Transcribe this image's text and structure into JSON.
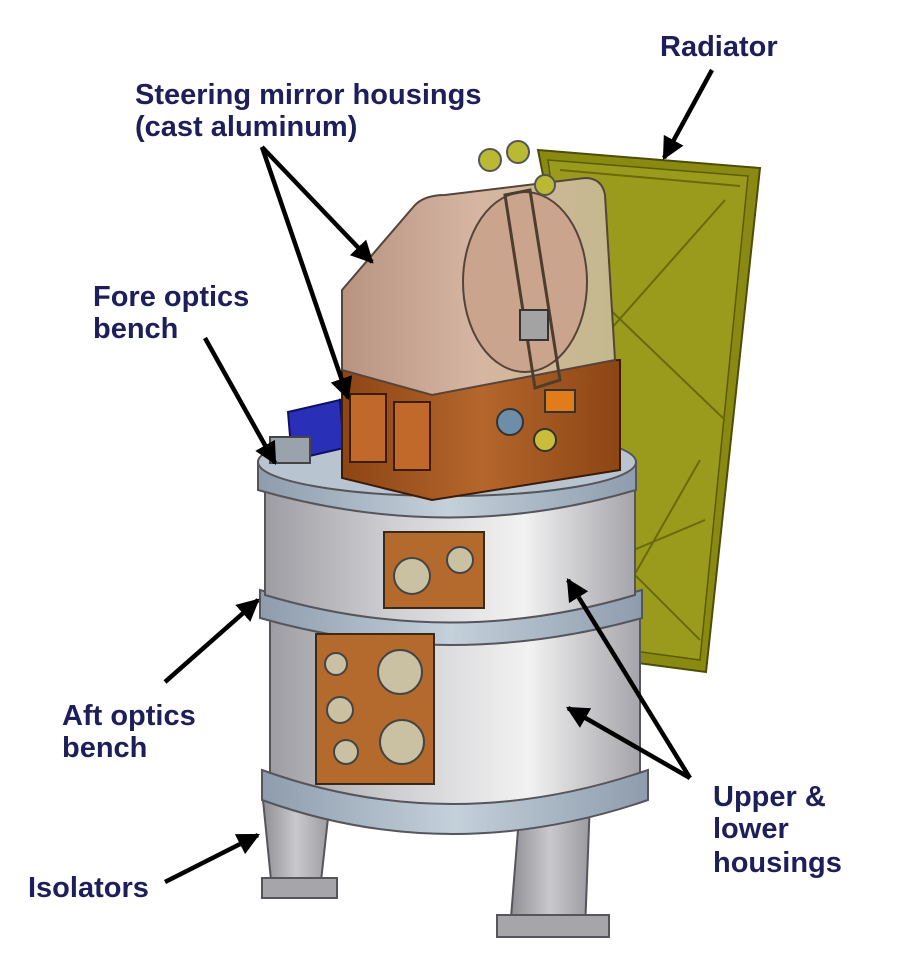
{
  "labels": {
    "radiator": "Radiator",
    "steering_line1": "Steering mirror housings",
    "steering_line2": "(cast aluminum)",
    "fore_line1": "Fore optics",
    "fore_line2": "bench",
    "aft_line1": "Aft optics",
    "aft_line2": "bench",
    "upper_line1": "Upper &",
    "upper_line2": "lower",
    "upper_line3": "housings",
    "isolators": "Isolators"
  },
  "colors": {
    "label_text": "#1e1e5a",
    "arrow": "#000000",
    "radiator": "#8a8a12",
    "mirror_housing": "#c9a793",
    "mirror_base": "#a75a22",
    "bench": "#a9b6c2",
    "housing": "#c7c7c9",
    "connector_plate": "#b36a2c",
    "blue_box": "#2a2fb8"
  }
}
